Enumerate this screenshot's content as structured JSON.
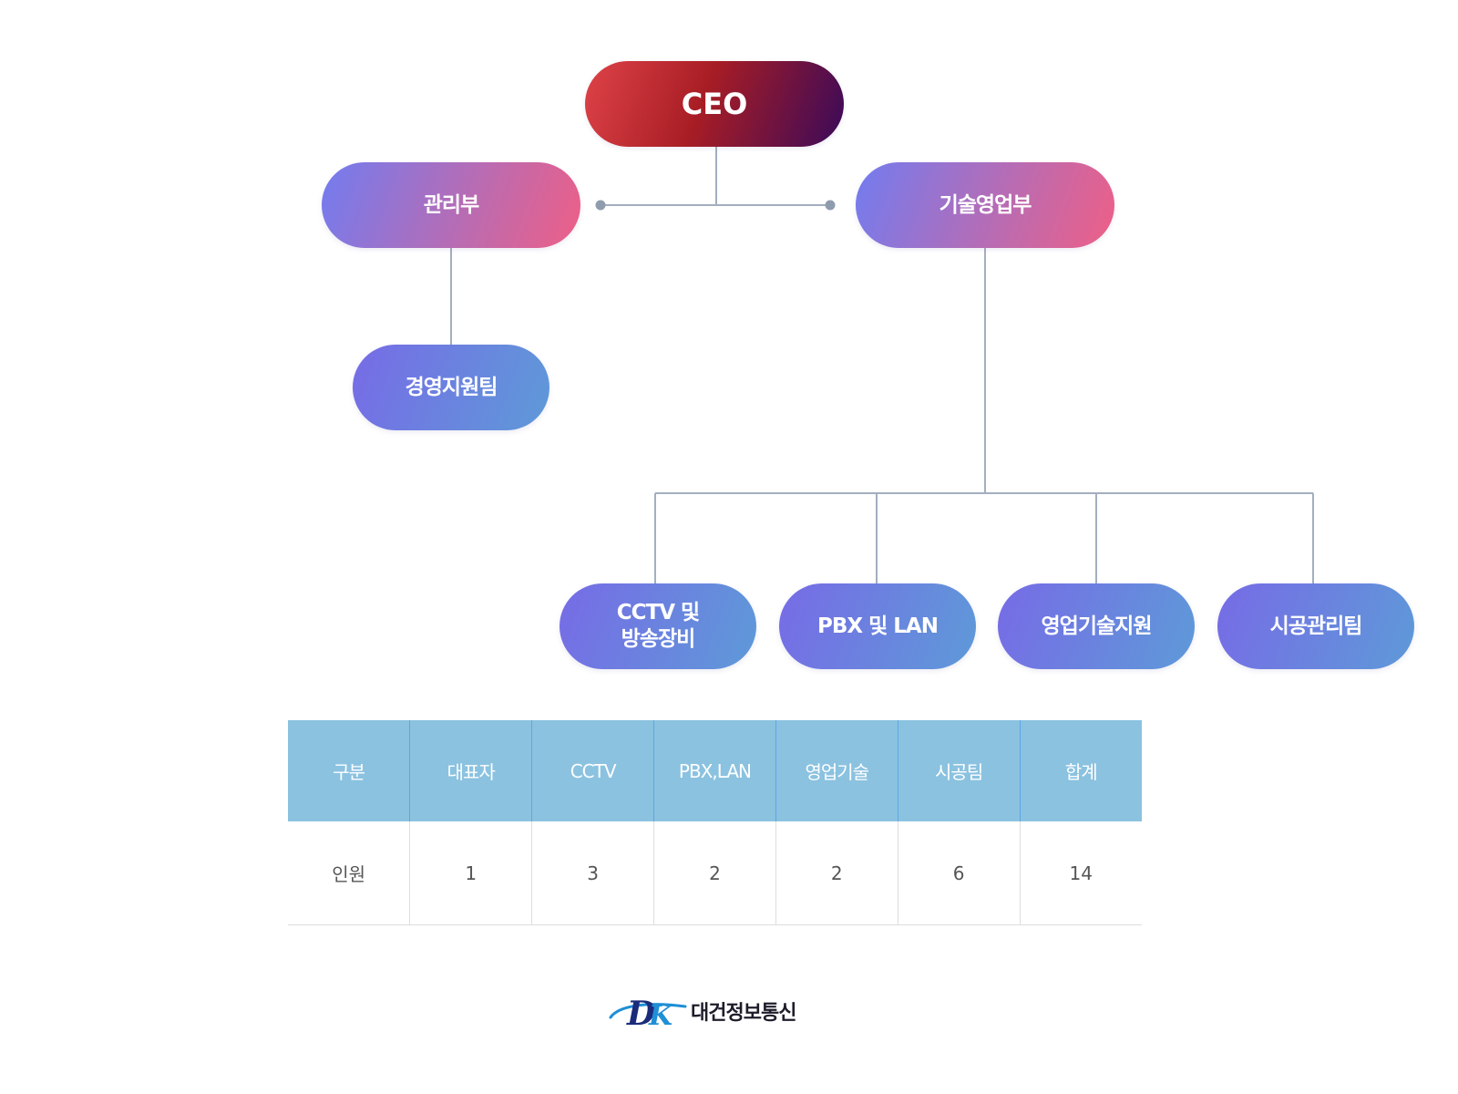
{
  "org_chart": {
    "ceo": "CEO",
    "divisions": {
      "management": "관리부",
      "tech_sales": "기술영업부"
    },
    "teams": {
      "management_support": "경영지원팀",
      "cctv_broadcast": "CCTV 및\n방송장비",
      "pbx_lan": "PBX 및 LAN",
      "sales_tech_support": "영업기술지원",
      "construction_mgmt": "시공관리팀"
    }
  },
  "staff_table": {
    "headers": [
      "구분",
      "대표자",
      "CCTV",
      "PBX,LAN",
      "영업기술",
      "시공팀",
      "합계"
    ],
    "rows": [
      [
        "인원",
        "1",
        "3",
        "2",
        "2",
        "6",
        "14"
      ]
    ]
  },
  "logo": {
    "mark_text": "DK",
    "company_name": "대건정보통신"
  },
  "colors": {
    "ceo_gradient": [
      "#de4348",
      "#a81d24",
      "#3a0a5a"
    ],
    "division_gradient": [
      "#727cf0",
      "#b76cb4",
      "#ee5f86"
    ],
    "team_gradient": [
      "#776be6",
      "#5e9ad8"
    ],
    "connector": "#a3afbf",
    "table_header_bg": "#8bc2e0"
  }
}
